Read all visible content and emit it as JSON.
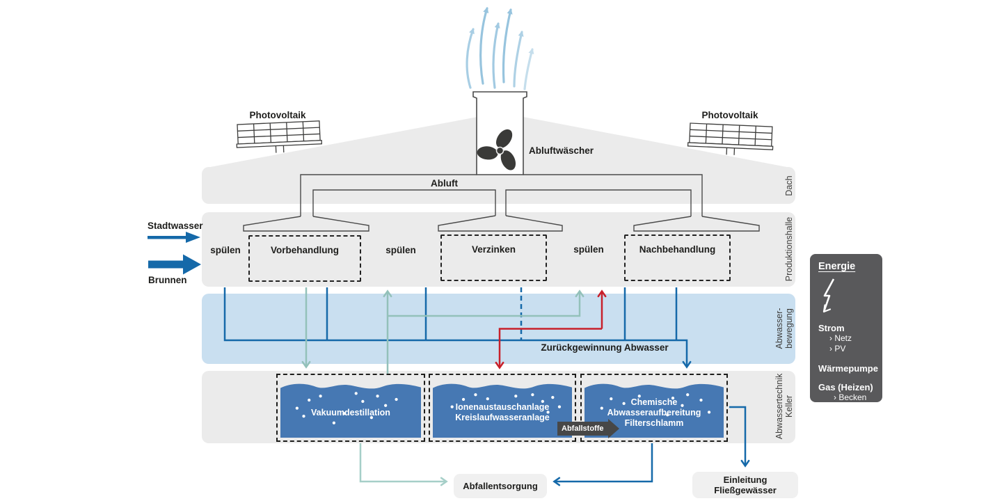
{
  "roof": {
    "photovoltaik": "Photovoltaik",
    "abluftwaescher": "Abluftwäscher",
    "abluft": "Abluft",
    "section_label": "Dach"
  },
  "water_inputs": {
    "stadtwasser": "Stadtwasser",
    "brunnen": "Brunnen"
  },
  "production_hall": {
    "section_label": "Produktionshalle",
    "spuelen": "spülen",
    "vorbehandlung": "Vorbehandlung",
    "verzinken": "Verzinken",
    "nachbehandlung": "Nachbehandlung"
  },
  "wastewater_band": {
    "section_label": "Abwasser-\nbewegung",
    "zurueckgewinnung": "Zurückgewinnung Abwasser"
  },
  "basement": {
    "section_label": "Abwassertechnik\nKeller",
    "tank_vakuum": "Vakuumdestillation",
    "tank_ionen": "Ionenaustauschanlage\nKreislaufwasseranlage",
    "tank_chemisch": "Chemische\nAbwasseraufbereitung\nFilterschlamm",
    "abfallstoffe": "Abfallstoffe"
  },
  "outputs": {
    "abfallentsorgung": "Abfallentsorgung",
    "einleitung_fliessgewaesser": "Einleitung Fließgewässer"
  },
  "energy_panel": {
    "title": "Energie",
    "strom_label": "Strom",
    "strom_items": [
      "› Netz",
      "› PV"
    ],
    "waermepumpe_label": "Wärmepumpe",
    "gas_label": "Gas (Heizen)",
    "gas_items": [
      "› Becken"
    ]
  },
  "colors": {
    "band_gray": "#ebebeb",
    "water_band_blue": "#c9dff0",
    "tank_blue": "#4678b3",
    "line_blue": "#1569a9",
    "line_teal": "#93c1ba",
    "line_teal_light": "#a6cfc8",
    "line_red": "#c8202a",
    "panel_dark": "#59595b",
    "air_blue": "#8cbedb"
  }
}
